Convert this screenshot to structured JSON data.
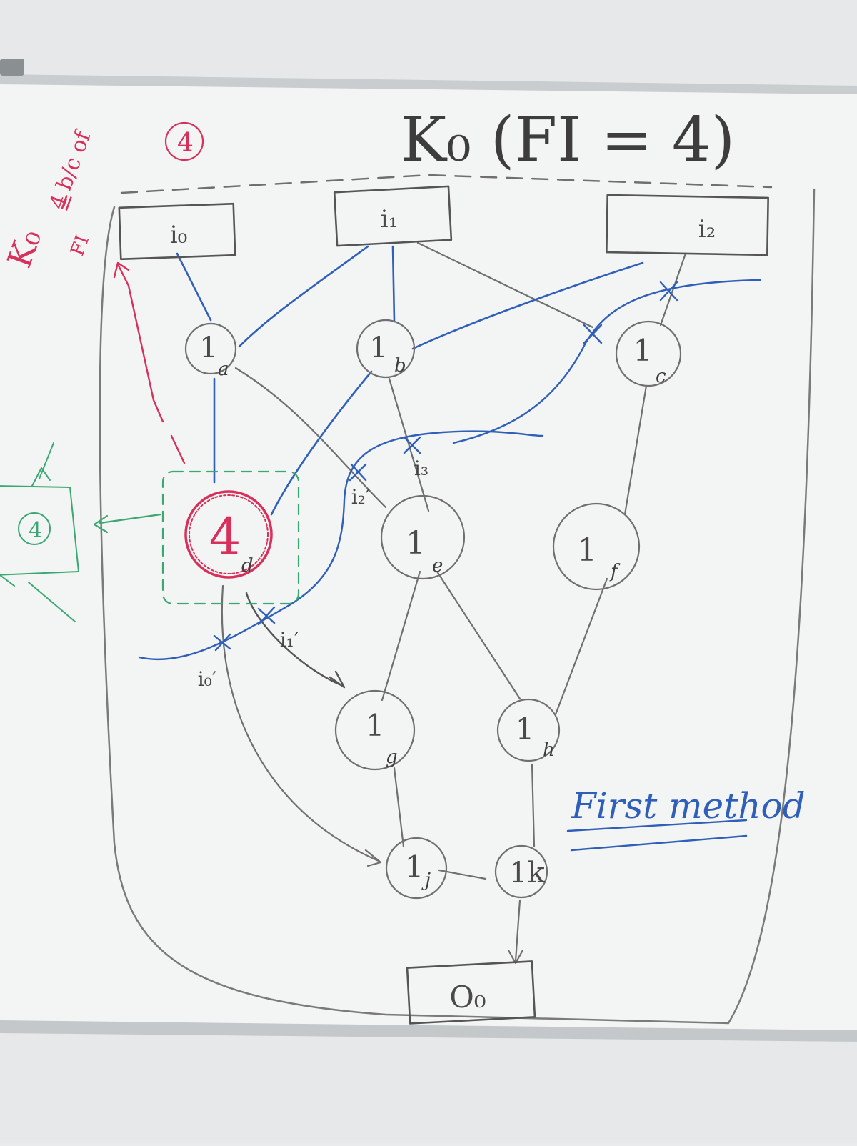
{
  "title": {
    "text": "K₀ (FI = 4)"
  },
  "annotation": {
    "line1": "4 b/c of",
    "circled": "4",
    "line2": "K₀",
    "line3": "FI",
    "eq": "="
  },
  "method_label": "First method",
  "colors": {
    "pen_gray": "#6f6f6f",
    "pen_blue": "#2f5fb8",
    "pen_red": "#d8305a",
    "pen_green": "#3ba874",
    "board": "#f3f4f4"
  },
  "nodes": [
    {
      "id": "i0",
      "label": "i₀",
      "kind": "input"
    },
    {
      "id": "i1",
      "label": "i₁",
      "kind": "input"
    },
    {
      "id": "i2",
      "label": "i₂",
      "kind": "input"
    },
    {
      "id": "a",
      "label": "1",
      "sub": "a",
      "kind": "gate"
    },
    {
      "id": "b",
      "label": "1",
      "sub": "b",
      "kind": "gate"
    },
    {
      "id": "c",
      "label": "1",
      "sub": "c",
      "kind": "gate"
    },
    {
      "id": "d",
      "label": "4",
      "sub": "d",
      "kind": "gate-highlight"
    },
    {
      "id": "e",
      "label": "1",
      "sub": "e",
      "kind": "gate"
    },
    {
      "id": "f",
      "label": "1",
      "sub": "f",
      "kind": "gate"
    },
    {
      "id": "g",
      "label": "1",
      "sub": "g",
      "kind": "gate"
    },
    {
      "id": "h",
      "label": "1",
      "sub": "h",
      "kind": "gate"
    },
    {
      "id": "j",
      "label": "1",
      "sub": "j",
      "kind": "gate"
    },
    {
      "id": "k",
      "label": "1",
      "sub": "k",
      "kind": "gate"
    },
    {
      "id": "o0",
      "label": "O₀",
      "kind": "output"
    }
  ],
  "edges": [
    {
      "from": "i0",
      "to": "a",
      "color": "blue"
    },
    {
      "from": "i1",
      "to": "a",
      "color": "blue"
    },
    {
      "from": "i1",
      "to": "b",
      "color": "blue"
    },
    {
      "from": "i1",
      "to": "c",
      "color": "gray"
    },
    {
      "from": "i2",
      "to": "b",
      "color": "blue"
    },
    {
      "from": "i2",
      "to": "c",
      "color": "gray"
    },
    {
      "from": "a",
      "to": "d",
      "color": "blue"
    },
    {
      "from": "a",
      "to": "e",
      "color": "gray"
    },
    {
      "from": "b",
      "to": "d",
      "color": "blue"
    },
    {
      "from": "b",
      "to": "e",
      "color": "gray"
    },
    {
      "from": "c",
      "to": "f",
      "color": "gray"
    },
    {
      "from": "e",
      "to": "g",
      "color": "gray"
    },
    {
      "from": "e",
      "to": "h",
      "color": "gray"
    },
    {
      "from": "f",
      "to": "h",
      "color": "gray"
    },
    {
      "from": "g",
      "to": "j",
      "color": "gray"
    },
    {
      "from": "h",
      "to": "k",
      "color": "gray"
    },
    {
      "from": "j",
      "to": "k",
      "color": "gray"
    },
    {
      "from": "k",
      "to": "o0",
      "color": "gray"
    }
  ],
  "cut_labels": [
    {
      "id": "cut-i0",
      "text": "i₀′"
    },
    {
      "id": "cut-i1",
      "text": "i₁′"
    },
    {
      "id": "cut-i2",
      "text": "i₂′"
    },
    {
      "id": "cut-i3",
      "text": "i₃"
    }
  ],
  "side_node": {
    "label": "4"
  }
}
